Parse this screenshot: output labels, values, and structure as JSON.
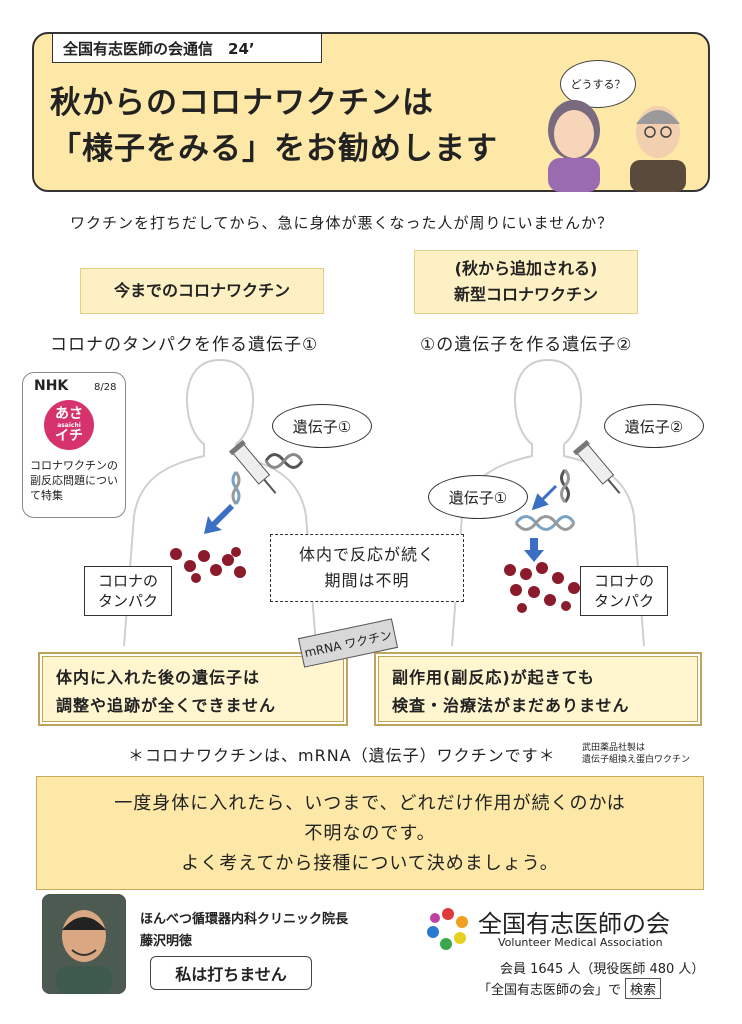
{
  "header": {
    "newsletter": "全国有志医師の会通信　24’",
    "headline_line1": "秋からのコロナワクチンは",
    "headline_line2": "「様子をみる」をお勧めします",
    "bubble": "どうする？"
  },
  "intro": "ワクチンを打ちだしてから、急に身体が悪くなった人が周りにいませんか？",
  "left_column": {
    "heading": "今までのコロナワクチン",
    "gene_caption": "コロナのタンパクを作る遺伝子①",
    "gene_bubble": "遺伝子①",
    "protein_line1": "コロナの",
    "protein_line2": "タンパク"
  },
  "right_column": {
    "heading_line1": "(秋から追加される)",
    "heading_line2": "新型コロナワクチン",
    "gene_caption": "①の遺伝子を作る遺伝子②",
    "gene2_bubble": "遺伝子②",
    "gene1_bubble": "遺伝子①",
    "protein_line1": "コロナの",
    "protein_line2": "タンパク"
  },
  "nhk": {
    "label": "NHK",
    "date": "8/28",
    "logo_line1": "あさ",
    "logo_small": "asaichi",
    "logo_line2": "イチ",
    "caption": "コロナワクチンの副反応問題について特集"
  },
  "duration": {
    "line1": "体内で反応が続く",
    "line2": "期間は不明"
  },
  "mrna_tag": "mRNA ワクチン",
  "warnings": {
    "left_line1": "体内に入れた後の遺伝子は",
    "left_line2": "調整や追跡が全くできません",
    "right_line1": "副作用(副反応)が起きても",
    "right_line2": "検査・治療法がまだありません"
  },
  "mrna_note": "＊コロナワクチンは、mRNA（遺伝子）ワクチンです＊",
  "takeda_note": {
    "line1": "武田薬品社製は",
    "line2": "遺伝子組換え蛋白ワクチン"
  },
  "conclusion": {
    "line1": "一度身体に入れたら、いつまで、どれだけ作用が続くのかは",
    "line2": "不明なのです。",
    "line3": "よく考えてから接種について決めましょう。"
  },
  "doctor": {
    "title": "ほんべつ循環器内科クリニック院長",
    "name": "藤沢明徳",
    "quote": "私は打ちません"
  },
  "org": {
    "name": "全国有志医師の会",
    "name_en": "Volunteer Medical Association",
    "members": "会員 1645 人（現役医師 480 人）",
    "search_prefix": "「全国有志医師の会」で",
    "search_button": "検索"
  },
  "colors": {
    "header_bg": "#fde8a8",
    "heading_bg": "#fdf0c4",
    "warning_bg": "#fff6d0",
    "protein": "#8b1a2b",
    "arrow": "#3a6fc4"
  }
}
